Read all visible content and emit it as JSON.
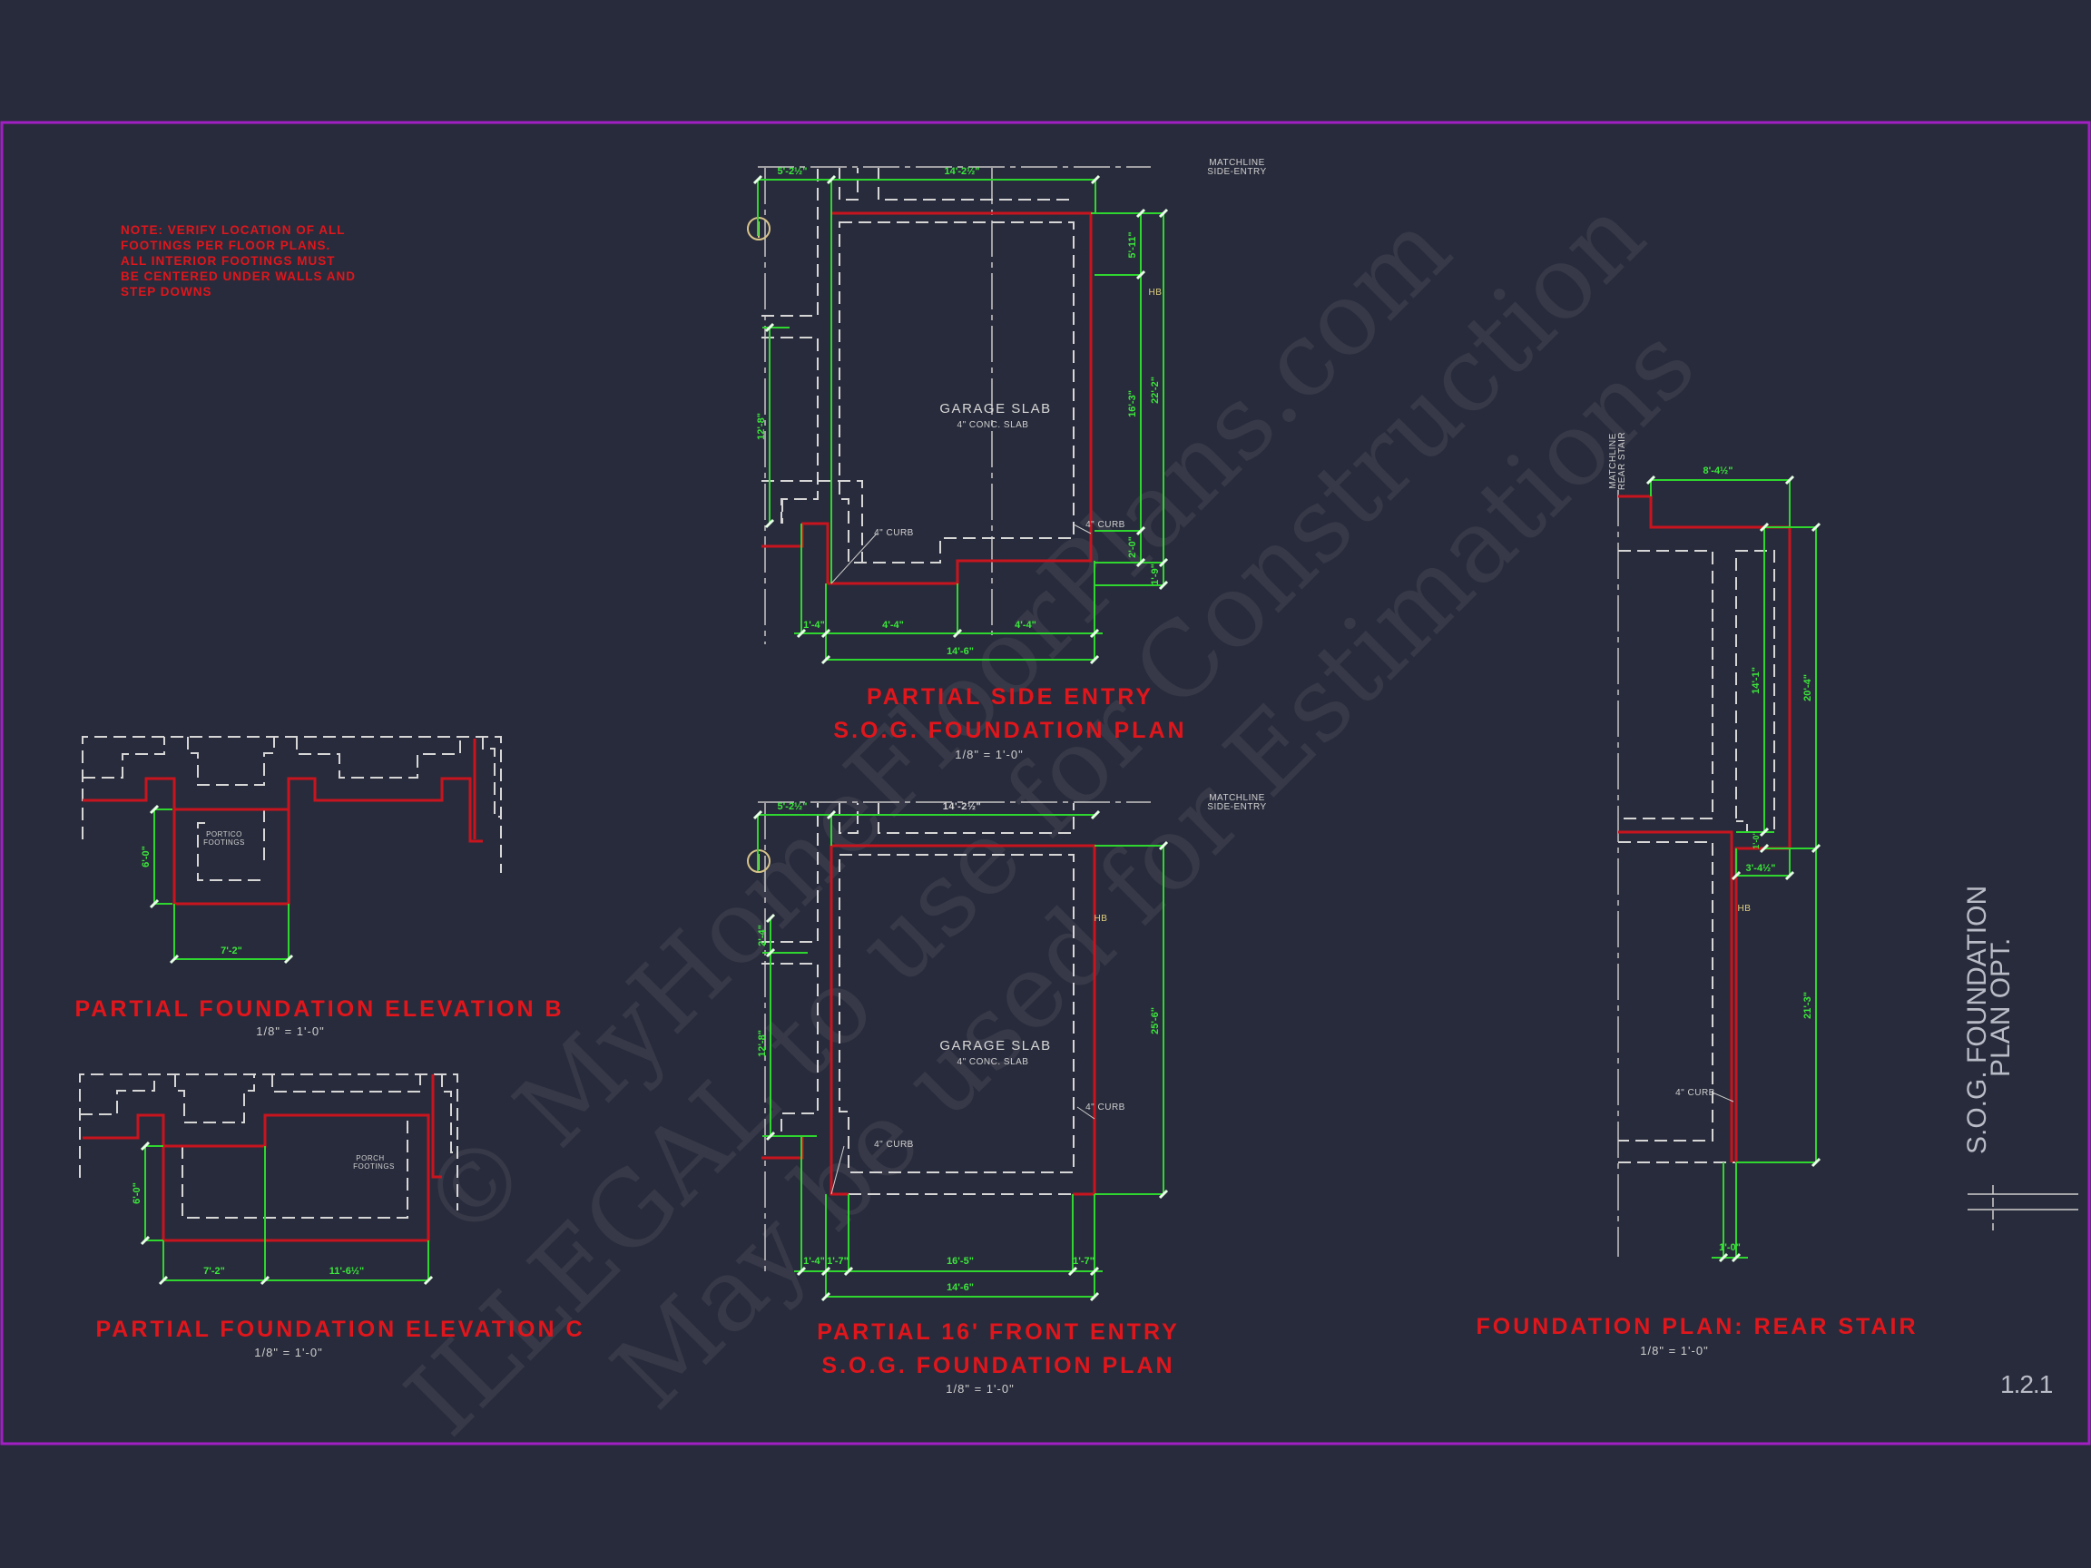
{
  "colors": {
    "background": "#282b3b",
    "frame": "#a21fc4",
    "footing": "#c8141e",
    "dimension": "#2fd62f",
    "hidden": "#d6d6d6",
    "title": "#e0161c"
  },
  "note": [
    "NOTE: VERIFY LOCATION OF ALL",
    "FOOTINGS PER FLOOR PLANS.",
    "ALL INTERIOR FOOTINGS MUST",
    "BE CENTERED UNDER WALLS AND",
    "STEP DOWNS"
  ],
  "side_entry": {
    "title_line1": "PARTIAL SIDE ENTRY",
    "title_line2": "S.O.G. FOUNDATION PLAN",
    "scale": "1/8\" = 1'-0\"",
    "matchline": [
      "MATCHLINE",
      "SIDE-ENTRY"
    ],
    "slab_label": "GARAGE SLAB",
    "slab_sub": "4\" CONC. SLAB",
    "curb_left": "4\" CURB",
    "curb_right": "4\" CURB",
    "hb": "HB",
    "dims": {
      "top_left": "5'-2½\"",
      "top_main": "14'-2½\"",
      "right_a": "5'-11\"",
      "right_b": "16'-3\"",
      "right_c": "2'-0\"",
      "right_total": "22'-2\"",
      "right_d": "1'-9\"",
      "left": "12'-8\"",
      "bot_a": "1'-4\"",
      "bot_b": "4'-4\"",
      "bot_c": "4'-4\"",
      "bot_total": "14'-6\""
    }
  },
  "front_entry": {
    "title_line1": "PARTIAL 16' FRONT ENTRY",
    "title_line2": "S.O.G. FOUNDATION PLAN",
    "scale": "1/8\" = 1'-0\"",
    "matchline": [
      "MATCHLINE",
      "SIDE-ENTRY"
    ],
    "slab_label": "GARAGE SLAB",
    "slab_sub": "4\" CONC. SLAB",
    "curb_left": "4\" CURB",
    "curb_right": "4\" CURB",
    "hb": "HB",
    "dims": {
      "top_left": "5'-2½\"",
      "top_main": "14'-2½\"",
      "right_total": "25'-6\"",
      "left_a": "2'-4\"",
      "left_b": "12'-8\"",
      "bot_a": "1'-4\"",
      "bot_b": "1'-7\"",
      "bot_c": "16'-5\"",
      "bot_d": "1'-7\"",
      "bot_total": "14'-6\""
    }
  },
  "rear_stair": {
    "title": "FOUNDATION PLAN: REAR STAIR",
    "scale": "1/8\" = 1'-0\"",
    "matchline": [
      "MATCHLINE",
      "REAR STAIR"
    ],
    "curb": "4\" CURB",
    "hb": "HB",
    "dims": {
      "top": "8'-4½\"",
      "inner": "14'-1\"",
      "step": "1'-0\"",
      "outer_top": "20'-4\"",
      "outer_bot": "21'-3\"",
      "landing": "3'-4½\"",
      "bottom": "1'-0\""
    }
  },
  "elev_b": {
    "title": "PARTIAL FOUNDATION ELEVATION B",
    "scale": "1/8\" = 1'-0\"",
    "label": [
      "PORTICO",
      "FOOTINGS"
    ],
    "dims": {
      "height": "6'-0\"",
      "width": "7'-2\""
    }
  },
  "elev_c": {
    "title": "PARTIAL FOUNDATION ELEVATION C",
    "scale": "1/8\" = 1'-0\"",
    "label": [
      "PORCH",
      "FOOTINGS"
    ],
    "dims": {
      "height": "6'-0\"",
      "width_a": "7'-2\"",
      "width_b": "11'-6½\""
    }
  },
  "sheet": {
    "title_line1": "S.O.G. FOUNDATION",
    "title_line2": "PLAN OPT.",
    "number": "1.2.1"
  },
  "watermark": [
    "© MyHomeFloorPlans.com",
    "ILLEGAL to use for Construction",
    "May be used for Estimations"
  ]
}
